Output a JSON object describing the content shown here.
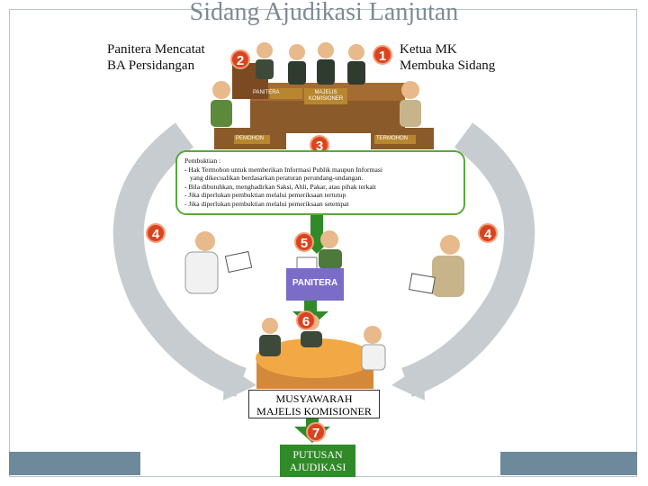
{
  "title": "Sidang Ajudikasi Lanjutan",
  "left_caption": [
    "Panitera Mencatat",
    "BA Persidangan"
  ],
  "right_caption": [
    "Ketua MK",
    "Membuka Sidang"
  ],
  "badges": {
    "one": "1",
    "two": "2",
    "three": "3",
    "four_left": "4",
    "four_right": "4",
    "five": "5",
    "six": "6",
    "seven": "7"
  },
  "desk_labels": {
    "panitera": "PANITERA",
    "majelis": "MAJELIS KOMISIONER",
    "pemohon": "PEMOHON",
    "termohon": "TERMOHON",
    "panitera_desk": "PANITERA"
  },
  "evidence": {
    "heading": "Pembuktian :",
    "lines": [
      "- Hak Termohon untuk memberikan Informasi Publik maupun Informasi",
      "  yang dikecualikan berdasarkan peraturan perundang-undangan.",
      "- Bila dibutuhkan, menghadirkan Saksi, Ahli, Pakar, atau pihak terkait",
      "- Jika diperlukan pembuktian melalui pemeriksaan tertutup",
      "- Jika diperlukan pembuktian melalui pemeriksaan setempat"
    ]
  },
  "musyawarah": [
    "MUSYAWARAH",
    "MAJELIS KOMISIONER"
  ],
  "putusan": [
    "PUTUSAN",
    "AJUDIKASI"
  ],
  "colors": {
    "title": "#7d8b95",
    "badge": "#d9441f",
    "flow_green": "#2f8a27",
    "arc_gray": "#c7ccd0",
    "table_orange": "#f2a945",
    "desk_brown": "#8a5a2b",
    "panitera_desk": "#7b6cc8"
  }
}
